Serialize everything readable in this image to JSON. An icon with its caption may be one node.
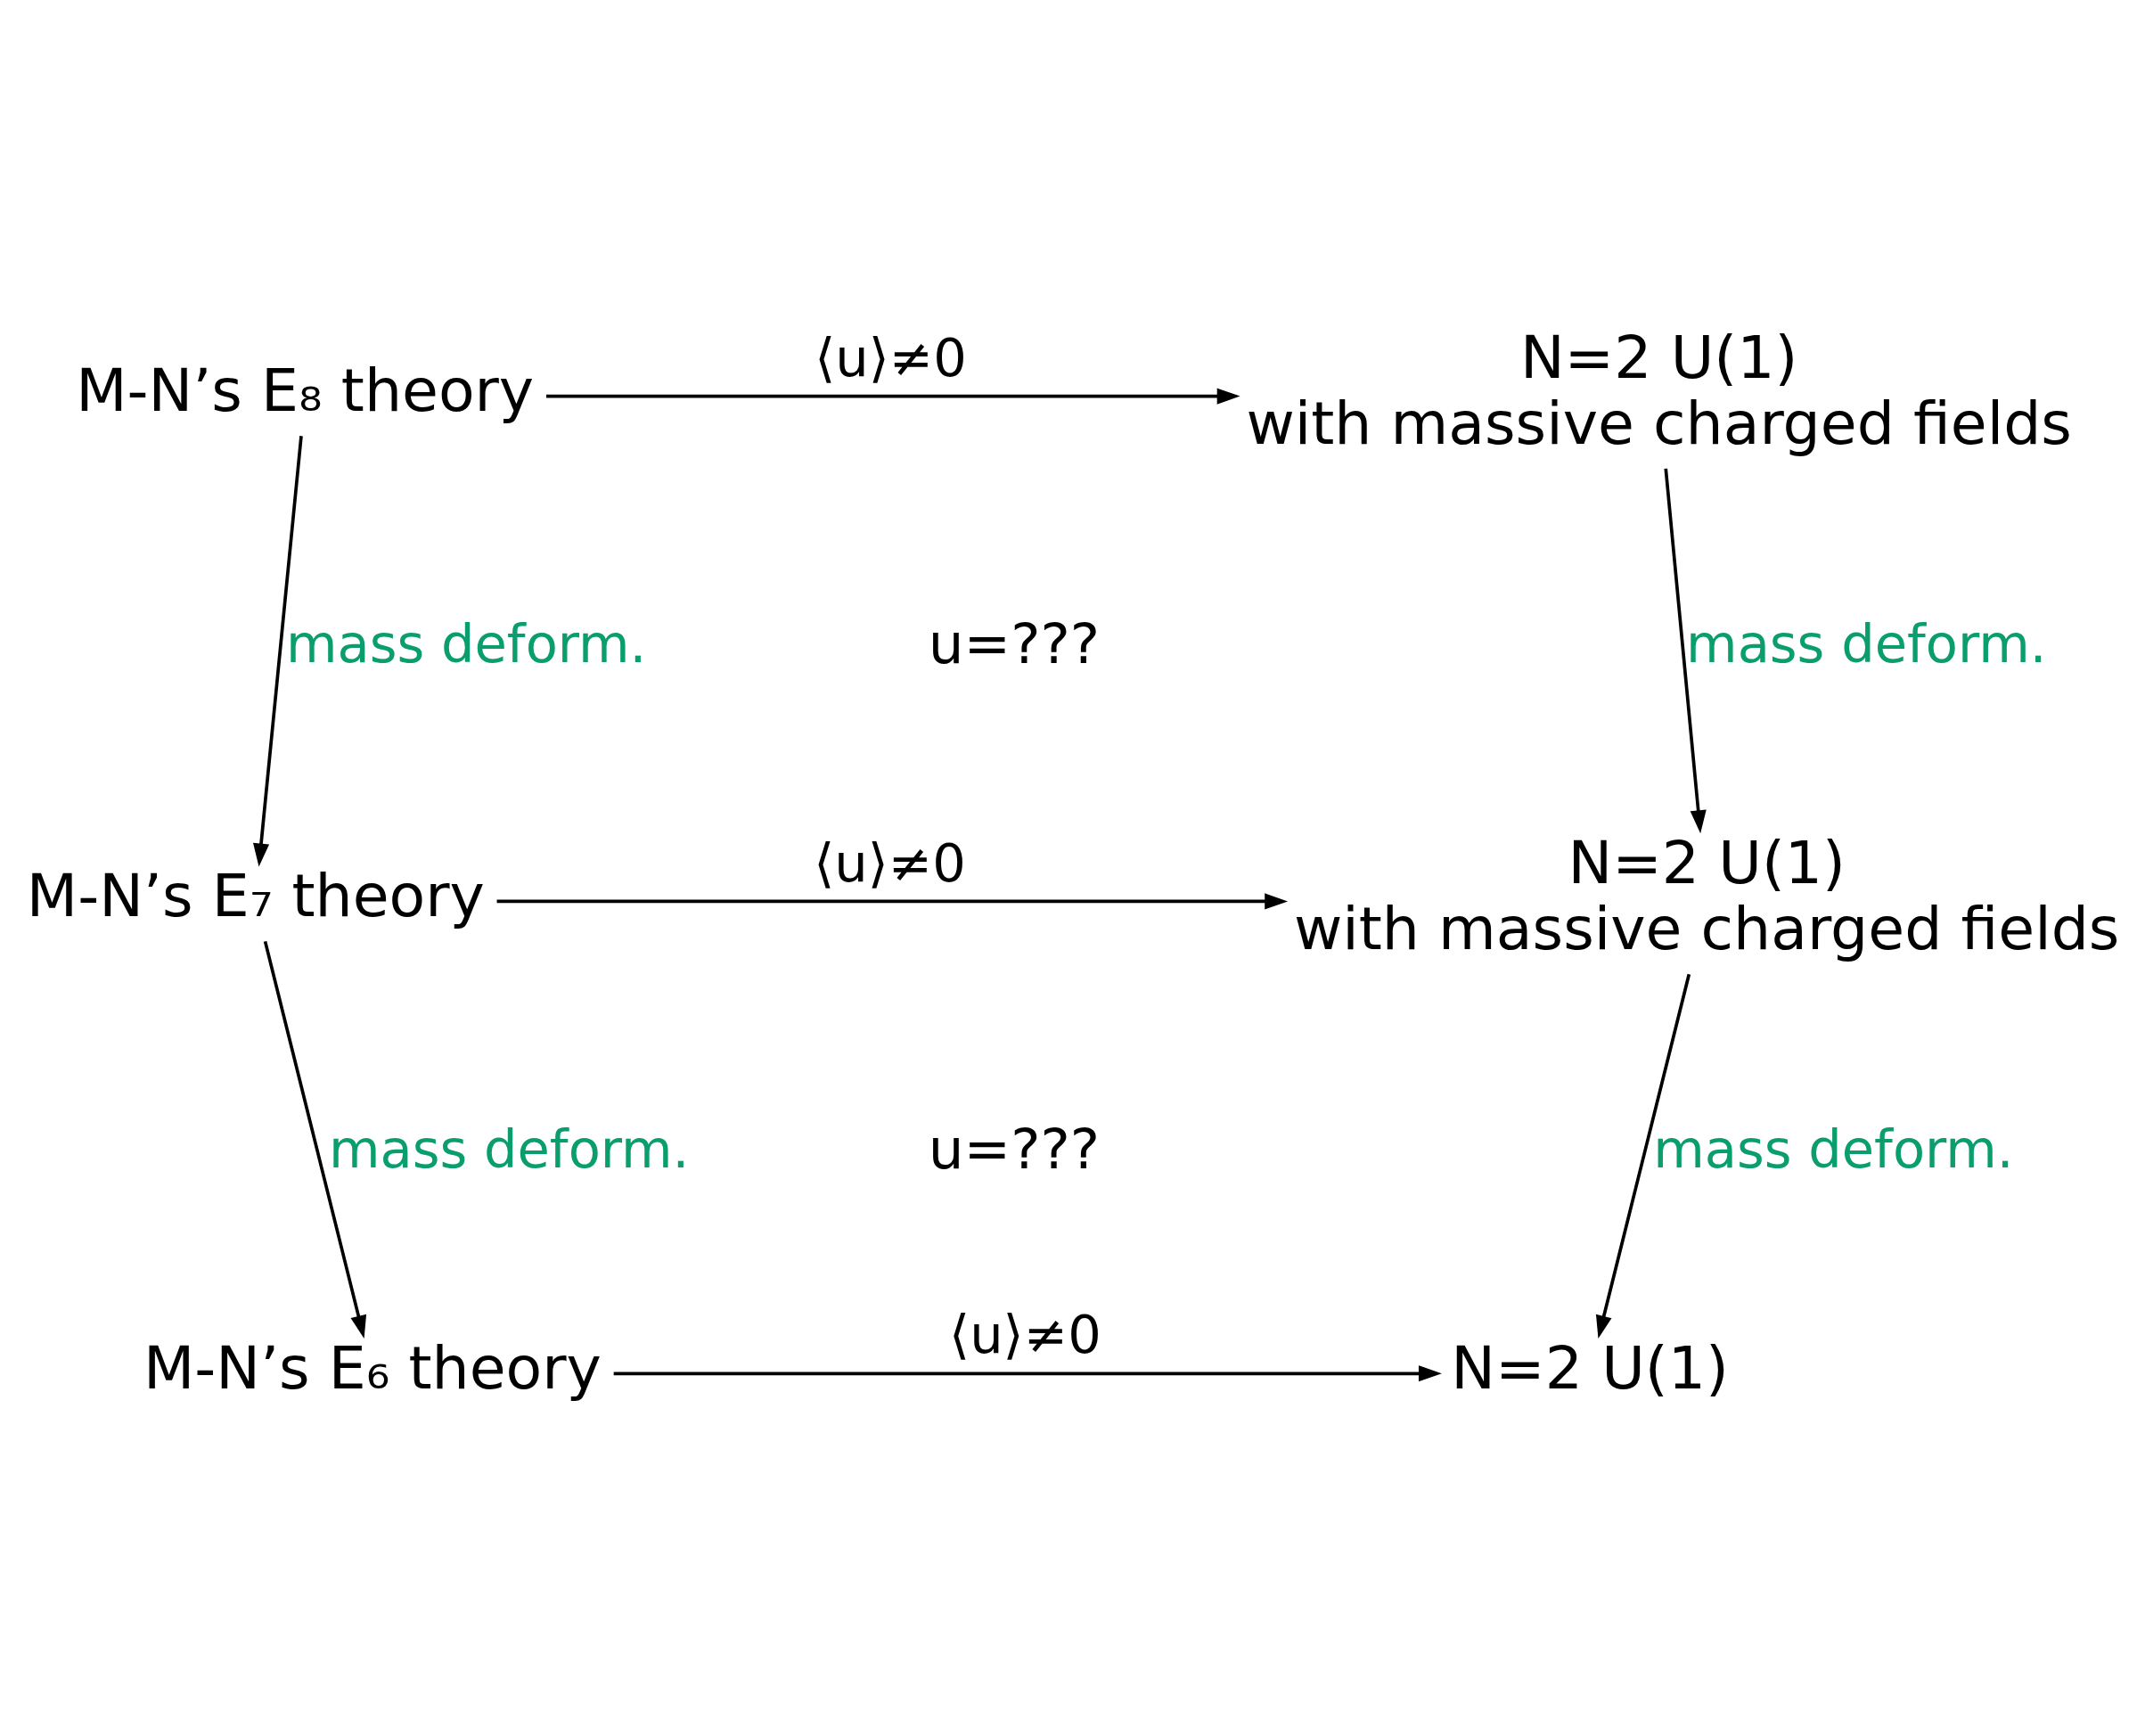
{
  "diagram": {
    "nodes": [
      {
        "text": [
          "M-N’s E₈ theory"
        ]
      },
      {
        "text": [
          "N=2 U(1)",
          "with massive charged fields"
        ]
      },
      {
        "text": [
          "M-N’s E₇ theory"
        ]
      },
      {
        "text": [
          "N=2 U(1)",
          "with massive charged fields"
        ]
      },
      {
        "text": [
          "M-N’s E₆ theory"
        ]
      },
      {
        "text": [
          "N=2 U(1)"
        ]
      }
    ],
    "edges": [
      {
        "from": 0,
        "to": 1,
        "arrow": "to",
        "label": "⟨u⟩≠0"
      },
      {
        "from": 0,
        "to": 2,
        "arrow": "to",
        "label": "mass deform."
      },
      {
        "from": 1,
        "to": 3,
        "arrow": "to",
        "label": "mass deform."
      },
      {
        "from": 2,
        "to": 3,
        "arrow": "to",
        "label": "⟨u⟩≠0"
      },
      {
        "from": 2,
        "to": 4,
        "arrow": "to",
        "label": "mass deform."
      },
      {
        "from": 3,
        "to": 5,
        "arrow": "to",
        "label": "mass deform."
      },
      {
        "from": 4,
        "to": 5,
        "arrow": "to",
        "label": "⟨u⟩≠0"
      }
    ],
    "labels": [
      "u=???",
      "u=???"
    ]
  }
}
